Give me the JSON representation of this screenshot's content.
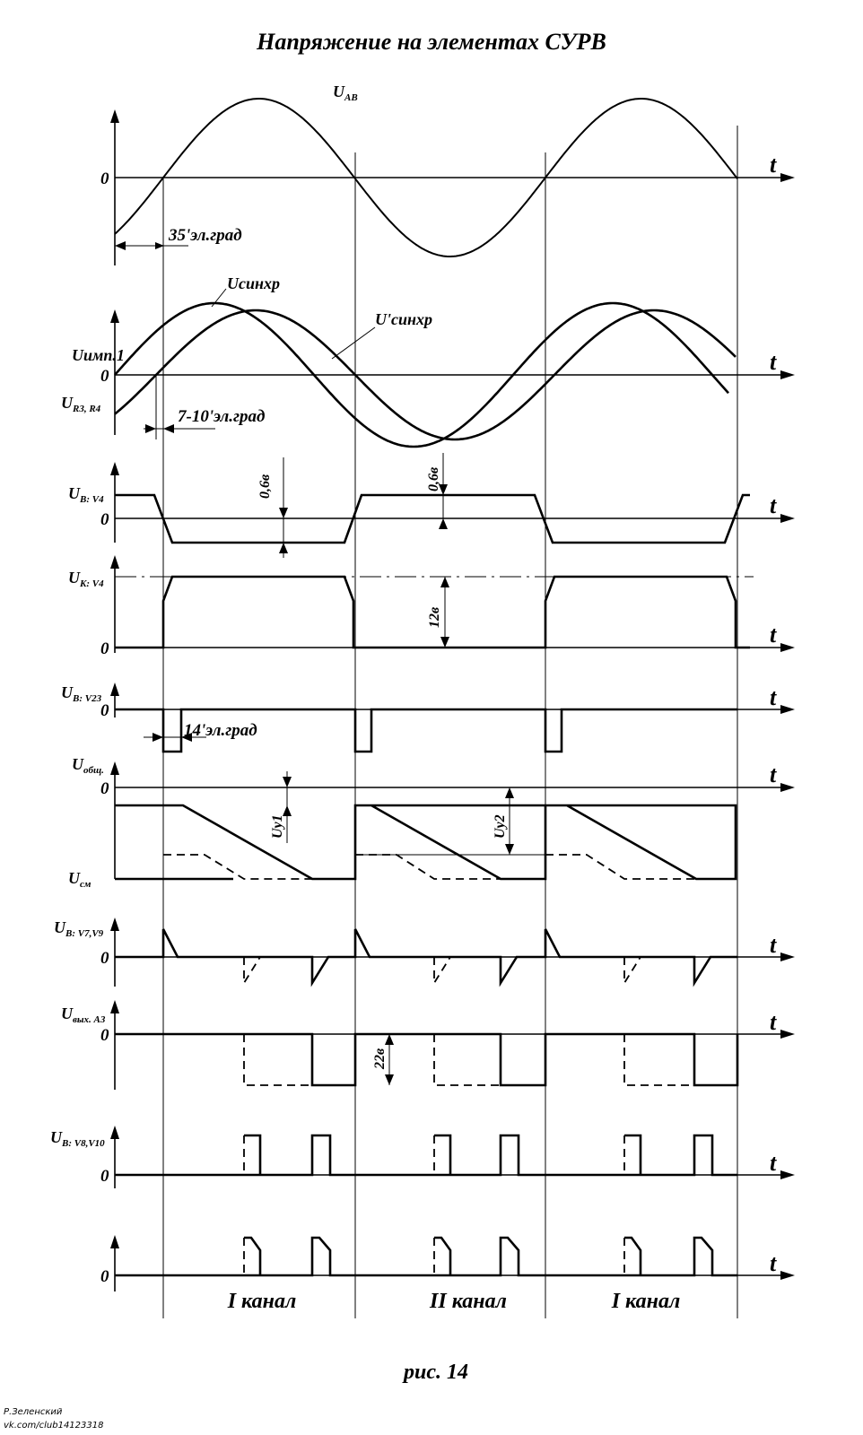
{
  "title": "Напряжение на элементах СУРВ",
  "caption": "рис. 14",
  "signature": [
    "Р.Зеленский",
    "vk.com/club14123318"
  ],
  "zero": "0",
  "t": "t",
  "labels": {
    "uab": "U",
    "uab_sub": "AB",
    "usync": "Uсинхр",
    "usync2": "U'синхр",
    "uimp": "Uимп.1",
    "ur": "U",
    "ur_sub": "R3, R4",
    "ubv4": "U",
    "ubv4_sub": "B: V4",
    "ukv4": "U",
    "ukv4_sub": "K: V4",
    "ubv23": "U",
    "ubv23_sub": "B: V23",
    "uobsh": "U",
    "uobsh_sub": "общ.",
    "ucm": "U",
    "ucm_sub": "см",
    "ubv79": "U",
    "ubv79_sub": "B: V7,V9",
    "uvyx": "U",
    "uvyx_sub": "вых. A3",
    "ubv810": "U",
    "ubv810_sub": "B: V8,V10"
  },
  "annotations": {
    "deg35": "35'эл.град",
    "deg710": "7-10'эл.град",
    "v06a": "0,6в",
    "v06b": "0,6в",
    "v12": "12в",
    "deg14": "14'эл.град",
    "uy1": "Uy1",
    "uy2": "Uy2",
    "v22": "22в"
  },
  "channels": [
    "I канал",
    "II канал",
    "I канал"
  ]
}
